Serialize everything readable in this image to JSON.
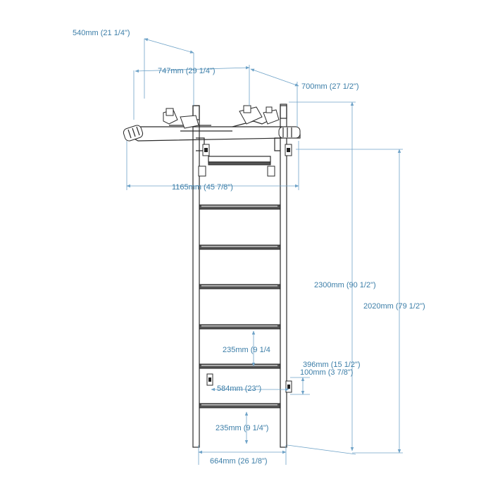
{
  "dimensions": {
    "top_depth": "540mm (21 1/4\")",
    "handle_span": "747mm (29 1/4\")",
    "bar_depth": "700mm (27 1/2\")",
    "total_width_bar": "1165mm (45 7/8\")",
    "total_height": "2300mm (90 1/2\")",
    "ladder_height": "2020mm (79 1/2\")",
    "rung_spacing_upper": "235mm (9 1/4",
    "mount_height": "396mm (15 1/2\")",
    "mount_offset": "100mm (3 7/8\")",
    "mount_width": "584mm (23\")",
    "rung_spacing_lower": "235mm (9 1/4\")",
    "ladder_width": "664mm (26 1/8\")"
  },
  "colors": {
    "dimension": "#6fa3c8",
    "label": "#3c7ea8",
    "frame": "#2b2b2b"
  }
}
